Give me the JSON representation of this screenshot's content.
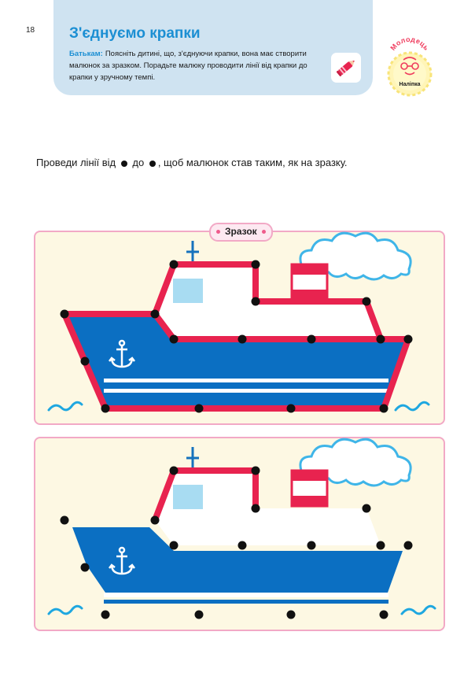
{
  "page_number": "18",
  "header": {
    "title": "З'єднуємо крапки",
    "note_label": "Батькам:",
    "note_text": "Поясніть дитині, що, з'єднуючи крапки, вона має створити малюнок за зразком. Порадьте малюку проводити лінії від крапки до крапки у зручному темпі."
  },
  "sticker": {
    "top_text": "Молодець",
    "bottom_text": "Наліпка"
  },
  "instruction": {
    "part1": "Проведи лінії від",
    "part2": "до",
    "part3": ", щоб малюнок став таким, як на зразку."
  },
  "sample_label": "Зразок",
  "colors": {
    "accent_blue": "#1c8fd3",
    "ship_blue": "#0b6fc2",
    "outline_red": "#e8234f",
    "panel_border": "#f2a9c6",
    "panel_bg": "#fdf8e3",
    "header_bg": "#cfe3f1"
  },
  "icons": [
    "pencil-icon",
    "anchor-icon",
    "cloud-icon",
    "wave-icon",
    "flag-icon",
    "mast-icon",
    "face-icon"
  ]
}
